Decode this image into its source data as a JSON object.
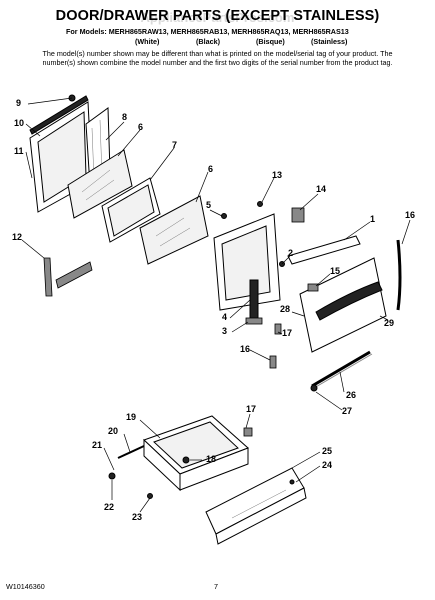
{
  "header": {
    "title": "DOOR/DRAWER PARTS (EXCEPT STAINLESS)",
    "watermark": "AppliancePartsPros.com",
    "models_line": "For Models: MERH865RAW13, MERH865RAB13, MERH865RAQ13, MERH865RAS13",
    "variants": [
      "(White)",
      "(Black)",
      "(Bisque)",
      "(Stainless)"
    ],
    "note": "The model(s) number shown may be different than what is printed on the model/serial tag of your product. The number(s) shown combine the model number and the first two digits of the serial number from the product tag."
  },
  "callouts": {
    "c9": "9",
    "c10": "10",
    "c11": "11",
    "c8": "8",
    "c6a": "6",
    "c7": "7",
    "c6b": "6",
    "c13": "13",
    "c14": "14",
    "c5": "5",
    "c12": "12",
    "c1": "1",
    "c16a": "16",
    "c2": "2",
    "c15": "15",
    "c28": "28",
    "c4": "4",
    "c3": "3",
    "c17a": "17",
    "c29": "29",
    "c16b": "16",
    "c26": "26",
    "c27": "27",
    "c17b": "17",
    "c19": "19",
    "c18": "18",
    "c20": "20",
    "c21": "21",
    "c25": "25",
    "c24": "24",
    "c22": "22",
    "c23": "23"
  },
  "footer": {
    "doc_number": "W10146360",
    "page_number": "7"
  }
}
